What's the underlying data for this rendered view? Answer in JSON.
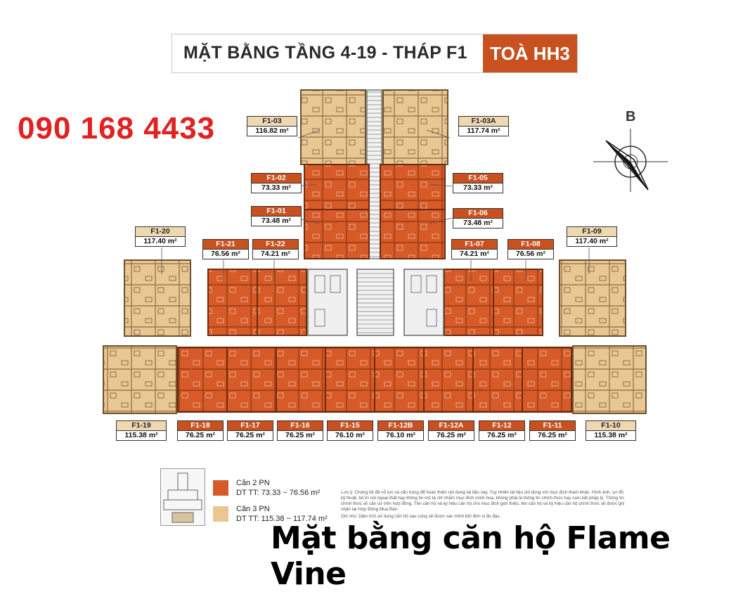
{
  "title": {
    "main": "MẶT BẰNG TẦNG 4-19 - THÁP F1",
    "badge": "TOÀ HH3"
  },
  "phone": "090 168 4433",
  "compass_label": "B",
  "units": [
    {
      "code": "F1-03",
      "area": "116.82 m²",
      "type": "3PN"
    },
    {
      "code": "F1-03A",
      "area": "117.74 m²",
      "type": "3PN"
    },
    {
      "code": "F1-02",
      "area": "73.33 m²",
      "type": "2PN"
    },
    {
      "code": "F1-05",
      "area": "73.33 m²",
      "type": "2PN"
    },
    {
      "code": "F1-01",
      "area": "73.48 m²",
      "type": "2PN"
    },
    {
      "code": "F1-06",
      "area": "73.48 m²",
      "type": "2PN"
    },
    {
      "code": "F1-20",
      "area": "117.40 m²",
      "type": "3PN"
    },
    {
      "code": "F1-21",
      "area": "76.56 m²",
      "type": "2PN"
    },
    {
      "code": "F1-22",
      "area": "74.21 m²",
      "type": "2PN"
    },
    {
      "code": "F1-07",
      "area": "74.21 m²",
      "type": "2PN"
    },
    {
      "code": "F1-08",
      "area": "76.56 m²",
      "type": "2PN"
    },
    {
      "code": "F1-09",
      "area": "117.40 m²",
      "type": "3PN"
    },
    {
      "code": "F1-19",
      "area": "115.38 m²",
      "type": "3PN"
    },
    {
      "code": "F1-18",
      "area": "76.25 m²",
      "type": "2PN"
    },
    {
      "code": "F1-17",
      "area": "76.25 m²",
      "type": "2PN"
    },
    {
      "code": "F1-16",
      "area": "76.25 m²",
      "type": "2PN"
    },
    {
      "code": "F1-15",
      "area": "76.10 m²",
      "type": "2PN"
    },
    {
      "code": "F1-12B",
      "area": "76.10 m²",
      "type": "2PN"
    },
    {
      "code": "F1-12A",
      "area": "76.25 m²",
      "type": "2PN"
    },
    {
      "code": "F1-12",
      "area": "76.25 m²",
      "type": "2PN"
    },
    {
      "code": "F1-11",
      "area": "76.25 m²",
      "type": "2PN"
    },
    {
      "code": "F1-10",
      "area": "115.38 m²",
      "type": "3PN"
    }
  ],
  "legend": {
    "two_bed": {
      "name": "Căn 2 PN",
      "range": "DT TT: 73.33 ~ 76.56 m²",
      "color": "#d65b28"
    },
    "three_bed": {
      "name": "Căn 3 PN",
      "range": "DT TT: 115.38 ~ 117.74 m²",
      "color": "#e9c792"
    }
  },
  "notes": {
    "luu_y": "Lưu ý: Chúng tôi đã nỗ lực và cẩn trọng để hoàn thiện nội dung tài liệu này. Tuy nhiên tài liệu chỉ dùng với mục đích tham khảo. Hình ảnh, sơ đồ kỹ thuật, bố trí nội ngoại thất hay thông tin mô tả chỉ nhằm mục đích minh hoạ, không phải là thông tin chính thức hay cam kết pháp lý. Thông tin chính thức sẽ căn cứ trên hợp đồng. Tên căn hộ và ký hiệu căn hộ cho mục đích giới thiệu, tên căn hộ và ký hiệu căn hộ chính thức sẽ được ghi nhận tại Hợp Đồng Mua Bán.",
    "ghi_chu": "Ghi chú: Diện tích sử dụng căn hộ sau cùng sẽ được xác minh bởi đơn vị đo đạc."
  },
  "footer": "Mặt bằng căn hộ Flame Vine"
}
